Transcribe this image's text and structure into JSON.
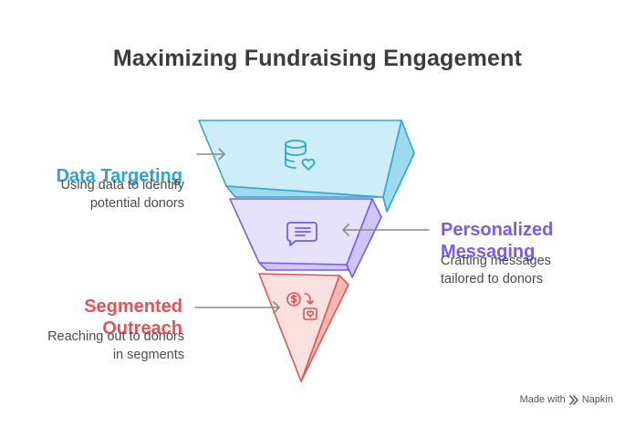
{
  "title": "Maximizing Fundraising Engagement",
  "stages": [
    {
      "label": "Data Targeting",
      "description": "Using data to identify\npotential donors",
      "color": "#2aa6d6",
      "fill": "#cdeef8",
      "icon": "database-heart-icon"
    },
    {
      "label": "Personalized\nMessaging",
      "description": "Crafting messages\ntailored to donors",
      "color": "#7a5af0",
      "fill": "#e6e2fb",
      "icon": "message-icon"
    },
    {
      "label": "Segmented\nOutreach",
      "description": "Reaching out to donors\nin segments",
      "color": "#e05555",
      "fill": "#fae0df",
      "icon": "money-transfer-icon"
    }
  ],
  "footer": {
    "made_with": "Made with",
    "brand": "Napkin"
  }
}
